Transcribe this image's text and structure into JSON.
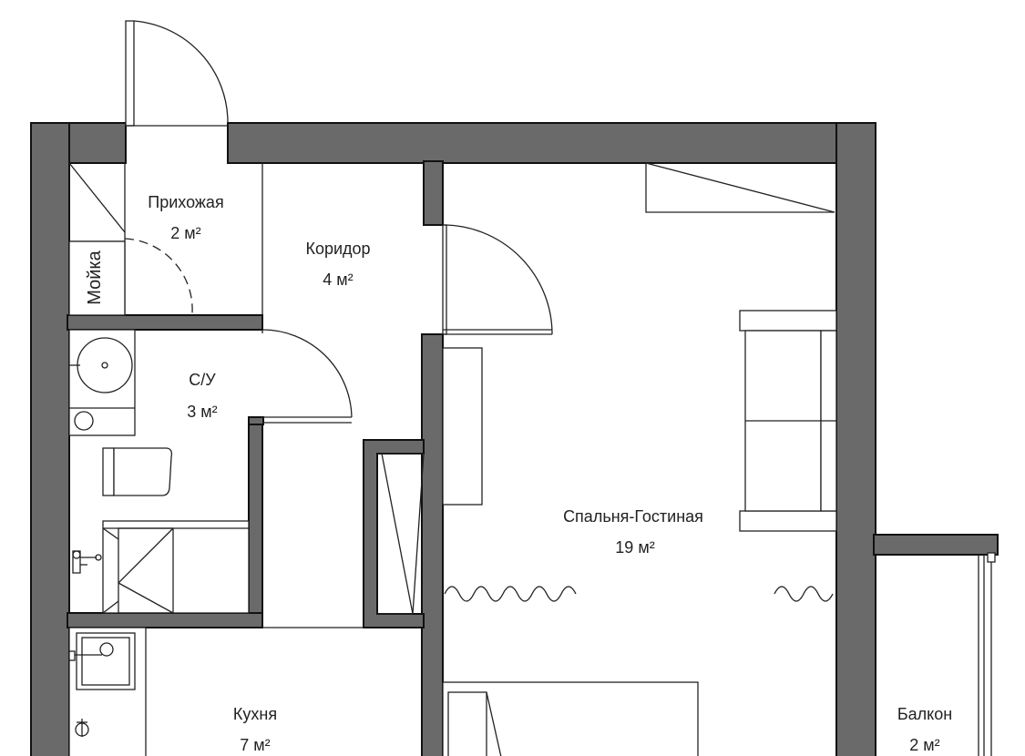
{
  "rooms": {
    "hallway": {
      "name": "Прихожая",
      "area": "2 м²"
    },
    "corridor": {
      "name": "Коридор",
      "area": "4 м²"
    },
    "bathroom": {
      "name": "С/У",
      "area": "3 м²"
    },
    "living": {
      "name": "Спальня-Гостиная",
      "area": "19 м²"
    },
    "kitchen": {
      "name": "Кухня",
      "area": "7 м²"
    },
    "balcony": {
      "name": "Балкон",
      "area": "2 м²"
    }
  },
  "labels": {
    "sink_area": "Мойка"
  },
  "colors": {
    "wall_fill": "#6a6a6a",
    "line": "#222222",
    "background": "#ffffff"
  }
}
